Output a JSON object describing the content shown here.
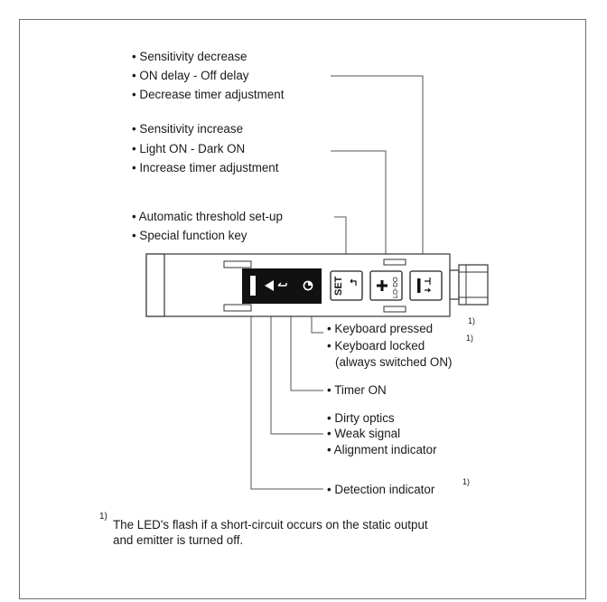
{
  "groups": {
    "minus_key": [
      "• Sensitivity decrease",
      "• ON delay - Off delay",
      "• Decrease timer adjustment"
    ],
    "plus_key": [
      "• Sensitivity increase",
      "• Light ON - Dark ON",
      "• Increase timer adjustment"
    ],
    "set_key": [
      "• Automatic threshold set-up",
      "• Special function key"
    ]
  },
  "indicators": {
    "keyboard": [
      "• Keyboard pressed",
      "• Keyboard locked",
      "(always switched ON)"
    ],
    "keyboard_sup_1": "1)",
    "keyboard_sup_2": "1)",
    "timer": "• Timer ON",
    "optics": [
      "• Dirty optics",
      "• Weak signal",
      "• Alignment indicator"
    ],
    "detection": "• Detection indicator",
    "detection_sup": "1)"
  },
  "keys": {
    "set": "SET",
    "plus_sub": "LO-DO"
  },
  "footnote": {
    "marker": "1)",
    "line1": "The LED's flash if a short-circuit occurs on the static output",
    "line2": "and emitter is turned off."
  },
  "colors": {
    "line": "#555555",
    "panel": "#111111",
    "frame": "#6e6e6e"
  }
}
